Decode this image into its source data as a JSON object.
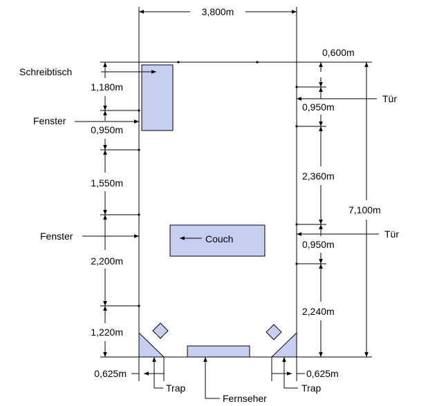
{
  "colors": {
    "furniture_fill": "#c8cdf2",
    "line": "#000000",
    "background": "#ffffff"
  },
  "dimensions": {
    "room_width": "3,800m",
    "left_side": {
      "seg1": "1,180m",
      "seg2": "0,950m",
      "seg3": "1,550m",
      "seg4": "2,200m",
      "seg5": "1,220m"
    },
    "right_side": {
      "seg1": "0,600m",
      "seg2": "0,950m",
      "seg3": "2,360m",
      "seg4": "0,950m",
      "seg5": "2,240m"
    },
    "room_length": "7,100m",
    "trap_left": "0,625m",
    "trap_right": "0,625m"
  },
  "labels": {
    "desk": "Schreibtisch",
    "window_top": "Fenster",
    "window_bottom": "Fenster",
    "door_top": "Tür",
    "door_bottom": "Tür",
    "couch": "Couch",
    "trap_left": "Trap",
    "trap_right": "Trap",
    "tv": "Fernseher"
  }
}
